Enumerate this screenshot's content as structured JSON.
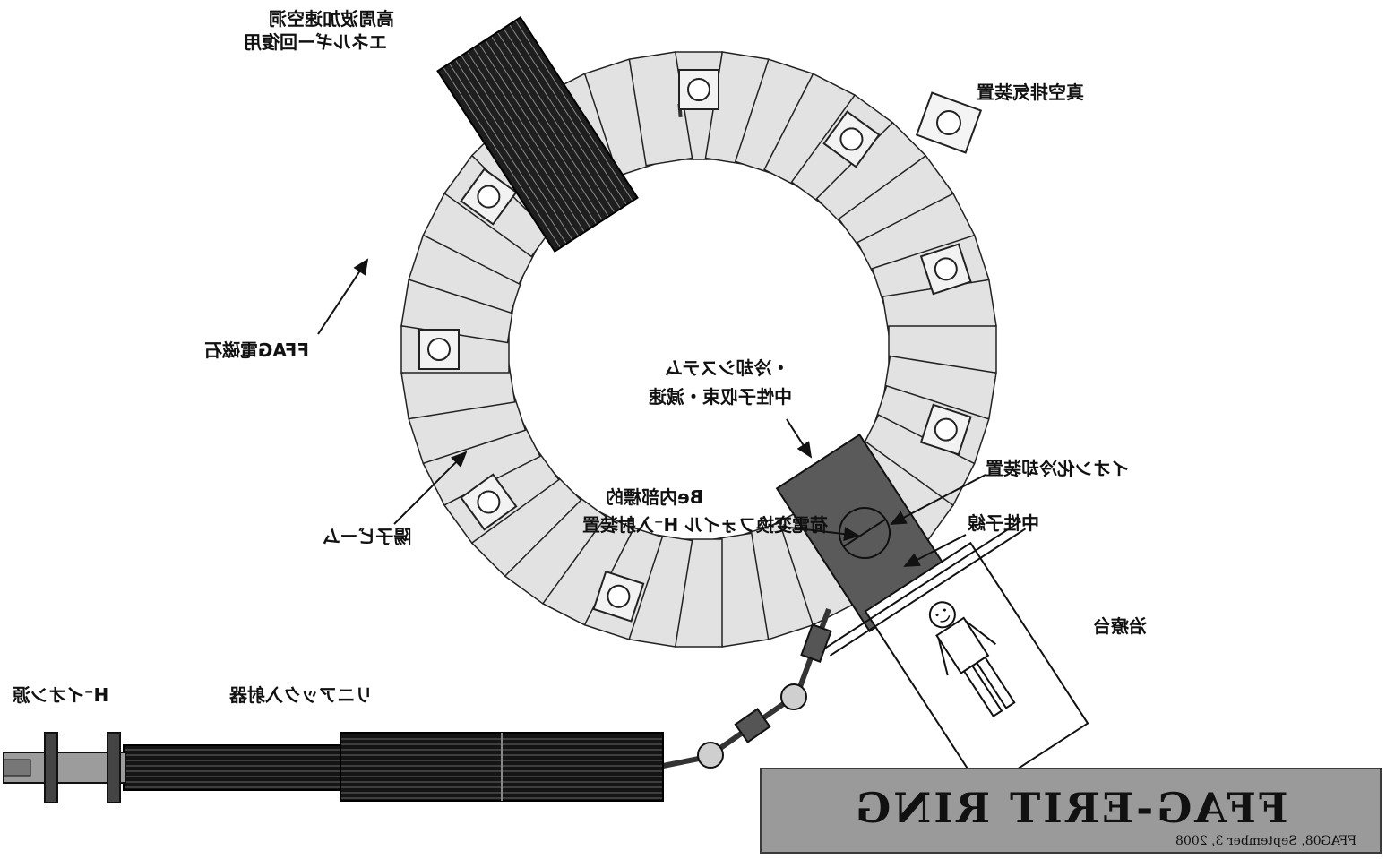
{
  "banner": {
    "title": "FFAG-ERIT RING",
    "subtitle": "FFAG08, September 3, 2008"
  },
  "labels": {
    "energy_recovery": [
      "エネルギー回復用",
      "高周波加速空洞"
    ],
    "vacuum_exhaust": "真空排気装置",
    "ffag_magnet": "FFAG電磁石",
    "neutron_collection": [
      "・冷却システム",
      "中性子収束・減速"
    ],
    "be_target": "Be内部標的",
    "h_injection": [
      "H⁻入射装置",
      "荷電変換フォイル"
    ],
    "ionization_cooling": "イオン化冷却装置",
    "proton_beam": "陽子ビーム",
    "neutron_beam": "中性子線",
    "patient_bed": "治療台",
    "h_ion_source": "H⁻イオン源",
    "linac": "リニアック入射器"
  },
  "colors": {
    "magnet_fill": "#e2e2e2",
    "dark_cavity": "#2a2a2a",
    "target_block": "#5a5a5a",
    "banner_bg": "#9a9a9a"
  }
}
